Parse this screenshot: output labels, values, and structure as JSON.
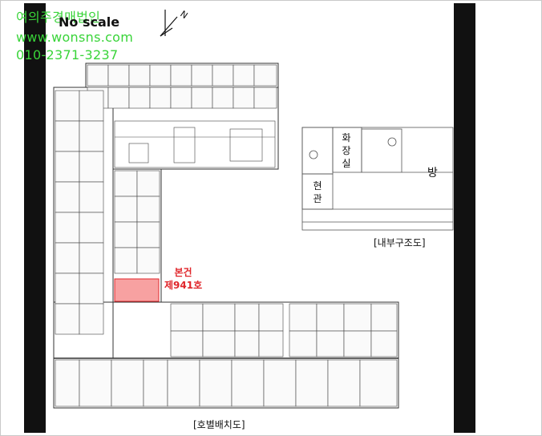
{
  "watermark": {
    "name": "여의주경매법인",
    "url": "www.wonsns.com",
    "phone": "010-2371-3237"
  },
  "plan": {
    "scale_note": "No scale",
    "north_icon": "north-arrow-icon",
    "subject_unit": {
      "line1": "본건",
      "line2": "제941호",
      "highlight_color": "#f05454"
    },
    "floor_caption": "[호별배치도]"
  },
  "interior": {
    "rooms": {
      "bathroom": "화장실",
      "entrance": "현관",
      "main_room": "방"
    },
    "caption": "[내부구조도]"
  },
  "colors": {
    "watermark": "#39d439",
    "side_bars": "#111111",
    "unit_label": "#e0262b"
  }
}
